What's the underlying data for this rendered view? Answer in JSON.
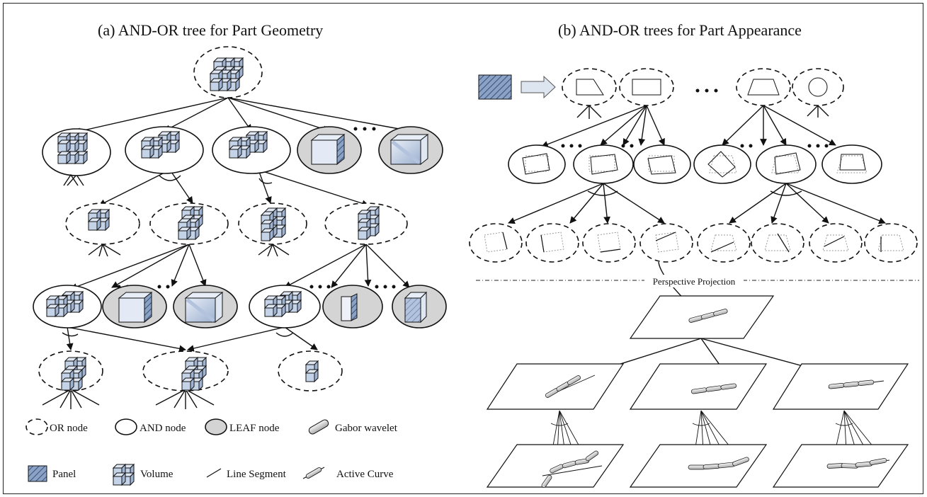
{
  "titles": {
    "left": "(a) AND-OR tree for Part Geometry",
    "right": "(b) AND-OR trees for Part Appearance"
  },
  "annotation": "Perspective Projection",
  "legend": {
    "or_node": "OR node",
    "and_node": "AND node",
    "leaf_node": "LEAF node",
    "gabor": "Gabor wavelet",
    "panel": "Panel",
    "volume": "Volume",
    "line_segment": "Line Segment",
    "active_curve": "Active Curve"
  },
  "colors": {
    "volume_fill": "#c4d3e8",
    "leaf_fill": "#d4d4d4",
    "panel_fill": "#8aa2c6",
    "stroke": "#111111"
  },
  "icons": [
    "or-node-icon",
    "and-node-icon",
    "leaf-node-icon",
    "gabor-wavelet-icon",
    "panel-icon",
    "volume-icon",
    "line-segment-icon",
    "active-curve-icon"
  ]
}
